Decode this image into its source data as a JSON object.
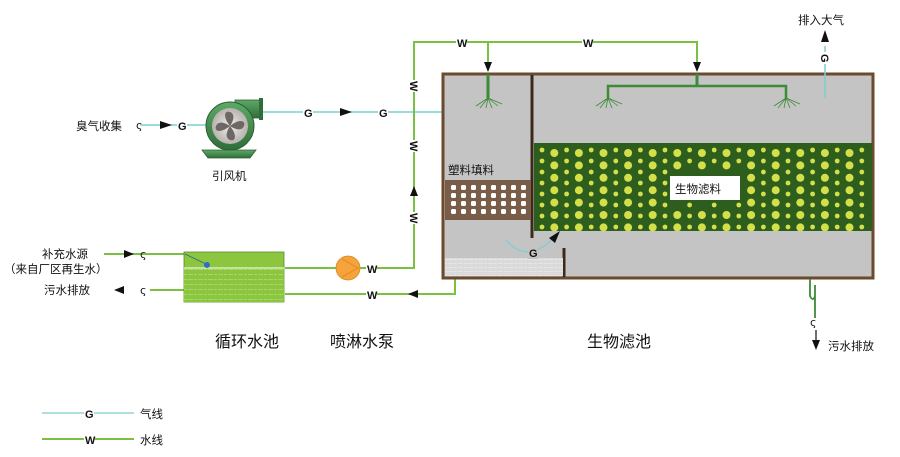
{
  "labels": {
    "odor_collection": "臭气收集",
    "fan": "引风机",
    "makeup_water": "补充水源",
    "makeup_water_source": "（来自厂区再生水）",
    "sewage_left": "污水排放",
    "circulation_tank": "循环水池",
    "spray_pump": "喷淋水泵",
    "biofilter": "生物滤池",
    "plastic_packing": "塑料填料",
    "bio_media": "生物滤料",
    "exhaust": "排入大气",
    "sewage_right": "污水排放"
  },
  "line_tags": {
    "gas": "G",
    "water": "W"
  },
  "legend": {
    "items": [
      {
        "tag": "G",
        "label": "气线"
      },
      {
        "tag": "W",
        "label": "水线"
      }
    ]
  },
  "colors": {
    "gas_line": "#7ccfcf",
    "water_line": "#7ac142",
    "dark_green": "#3d8b37",
    "tank_wall": "#6b4a2e",
    "tank_fill": "#c4c4c4",
    "media_bg": "#2e5e1e",
    "media_dot": "#d4e04a",
    "pump": "#f5a33a",
    "pool": "#8cc63f"
  }
}
